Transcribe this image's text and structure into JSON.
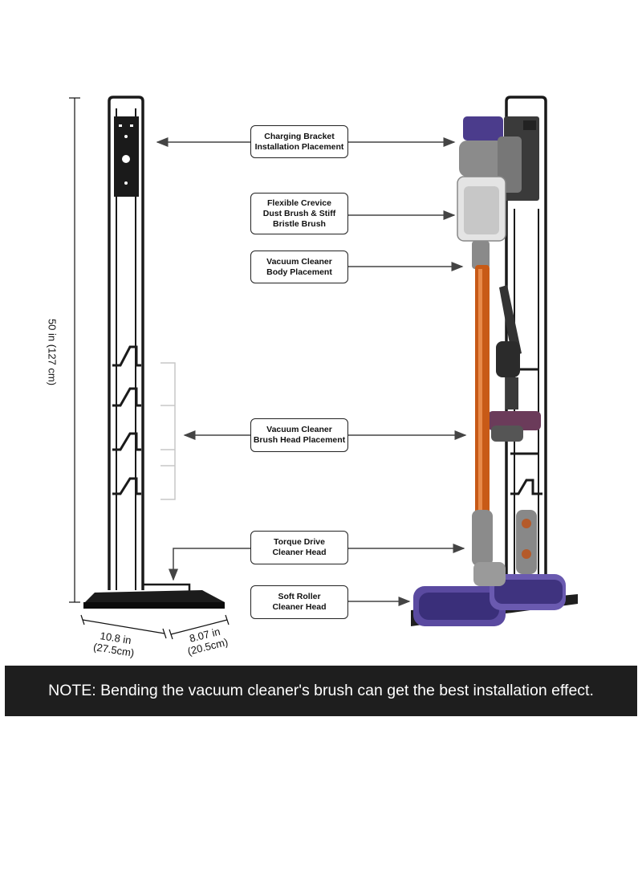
{
  "labels": {
    "charging": [
      "Charging Bracket",
      "Installation Placement"
    ],
    "crevice": [
      "Flexible Crevice",
      "Dust Brush & Stiff",
      "Bristle Brush"
    ],
    "body": [
      "Vacuum Cleaner",
      "Body Placement"
    ],
    "brush_head": [
      "Vacuum Cleaner",
      "Brush Head Placement"
    ],
    "torque": [
      "Torque Drive",
      "Cleaner Head"
    ],
    "soft_roller": [
      "Soft Roller",
      "Cleaner Head"
    ]
  },
  "dimensions": {
    "height": "50 in (127 cm)",
    "width_in": "10.8 in",
    "width_cm": "(27.5cm)",
    "depth_in": "8.07 in",
    "depth_cm": "(20.5cm)"
  },
  "note": "NOTE: Bending the vacuum cleaner's brush can get the best installation effect.",
  "colors": {
    "frame": "#1a1a1a",
    "wand": "#c85a17",
    "purple": "#4b3c8c",
    "note_bg": "#1e1e1e"
  }
}
